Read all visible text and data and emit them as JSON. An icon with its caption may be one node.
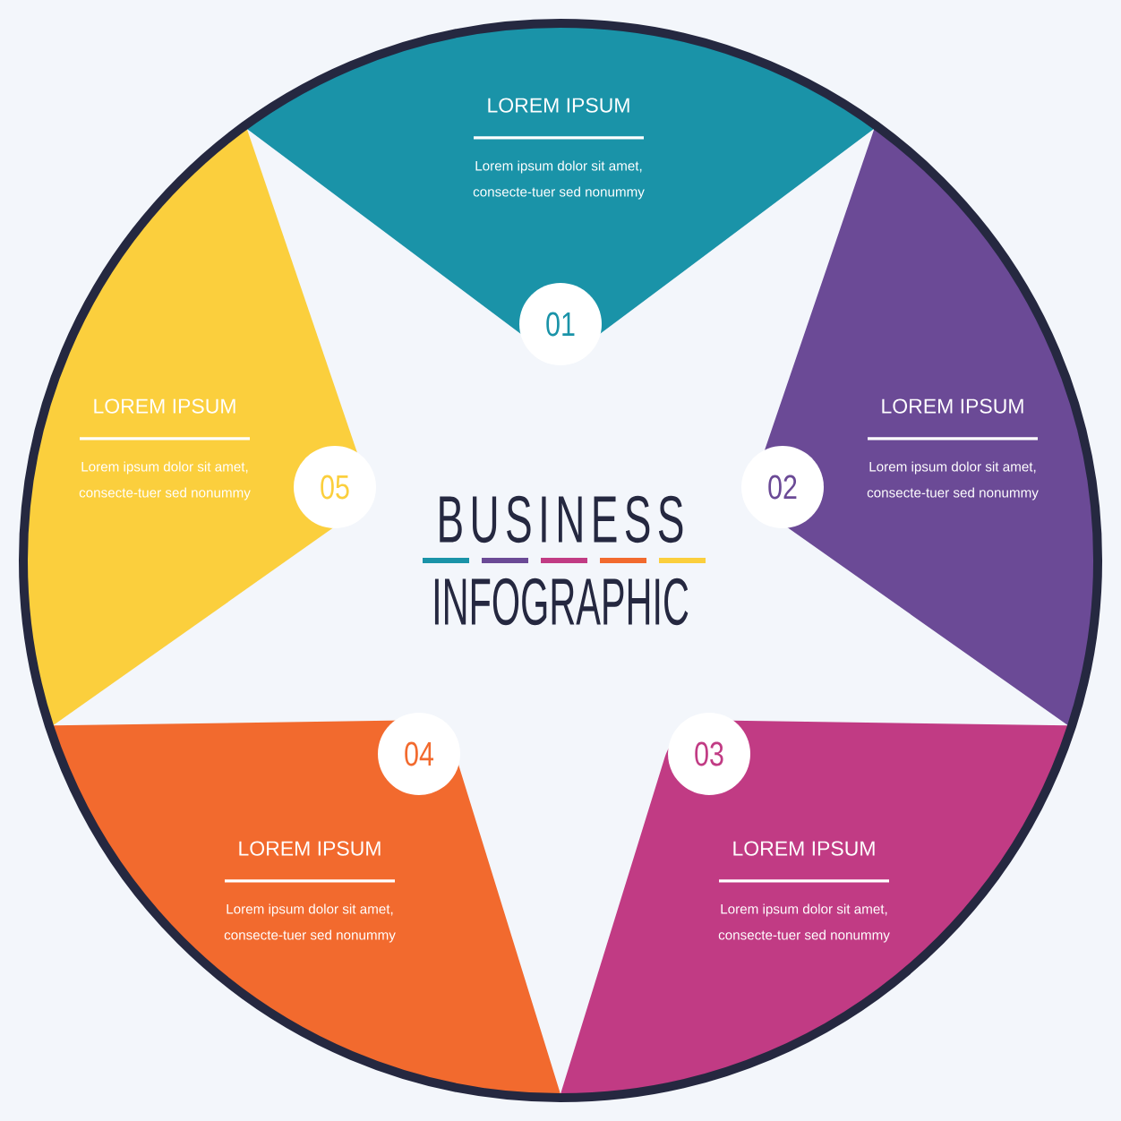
{
  "diagram": {
    "nodes": [
      {
        "text": [
          "LOREM IPSUM",
          "Lorem ipsum dolor sit amet, consecte-tuer sed nonummy"
        ]
      },
      {
        "text": [
          "LOREM IPSUM",
          "Lorem ipsum dolor sit amet, consecte-tuer sed nonummy"
        ]
      },
      {
        "text": [
          "LOREM IPSUM",
          "Lorem ipsum dolor sit amet, consecte-tuer sed nonummy"
        ]
      },
      {
        "text": [
          "LOREM IPSUM",
          "Lorem ipsum dolor sit amet, consecte-tuer sed nonummy"
        ]
      },
      {
        "text": [
          "LOREM IPSUM",
          "Lorem ipsum dolor sit amet, consecte-tuer sed nonummy"
        ]
      },
      {
        "text": [
          "01"
        ],
        "in": 0
      },
      {
        "text": [
          "02"
        ],
        "in": 1
      },
      {
        "text": [
          "03"
        ],
        "in": 2
      },
      {
        "text": [
          "04"
        ],
        "in": 3
      },
      {
        "text": [
          "05"
        ],
        "in": 4
      }
    ],
    "labels": [
      "BUSINESS",
      "INFOGRAPHIC"
    ]
  }
}
